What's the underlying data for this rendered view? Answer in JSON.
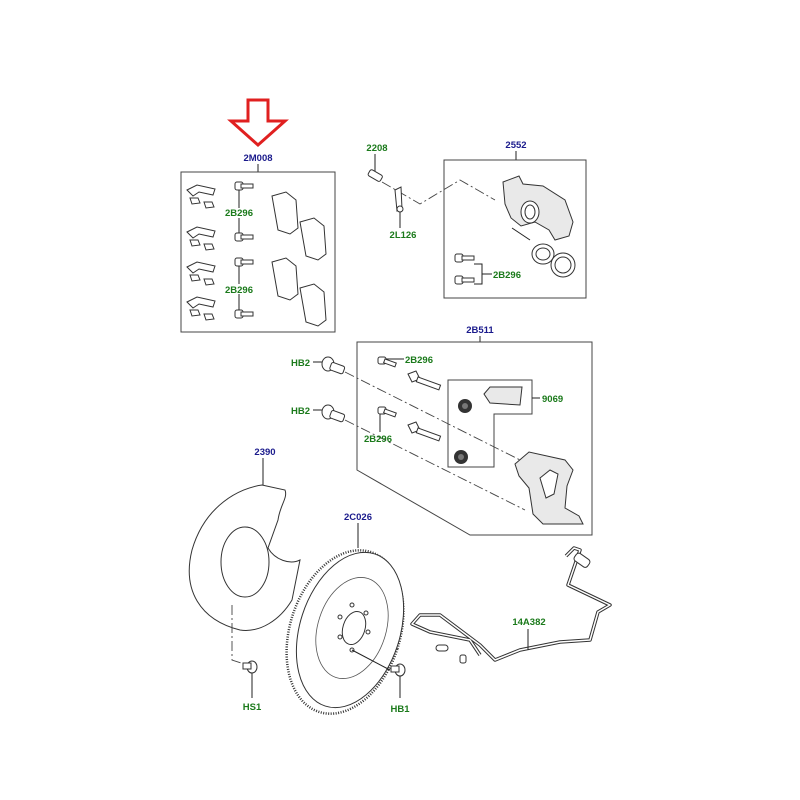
{
  "diagram": {
    "title": "Rear brake assembly exploded view",
    "highlight_arrow": {
      "target": "2M008",
      "color": "#e02020"
    },
    "label_colors": {
      "assembly": "#1a1a8c",
      "component": "#1b7a1b"
    },
    "groups": {
      "pad_kit": {
        "label": "2M008",
        "parts": {
          "bolt_upper": "2B296",
          "bolt_lower": "2B296"
        }
      },
      "caliper": {
        "label": "2552",
        "parts": {
          "bleed_screw": "2208",
          "bracket_clip": "2L126",
          "bolts": "2B296"
        }
      },
      "carrier": {
        "label": "2B511",
        "parts": {
          "guide_bolt_top": "2B296",
          "guide_bolt_bottom": "2B296",
          "pad_plate": "9069"
        }
      },
      "carrier_bolts": {
        "top": "HB2",
        "bottom": "HB2"
      },
      "dust_shield": {
        "label": "2390",
        "screw": "HS1"
      },
      "disc": {
        "label": "2C026",
        "screw": "HB1"
      },
      "sensor": {
        "label": "14A382"
      }
    }
  }
}
